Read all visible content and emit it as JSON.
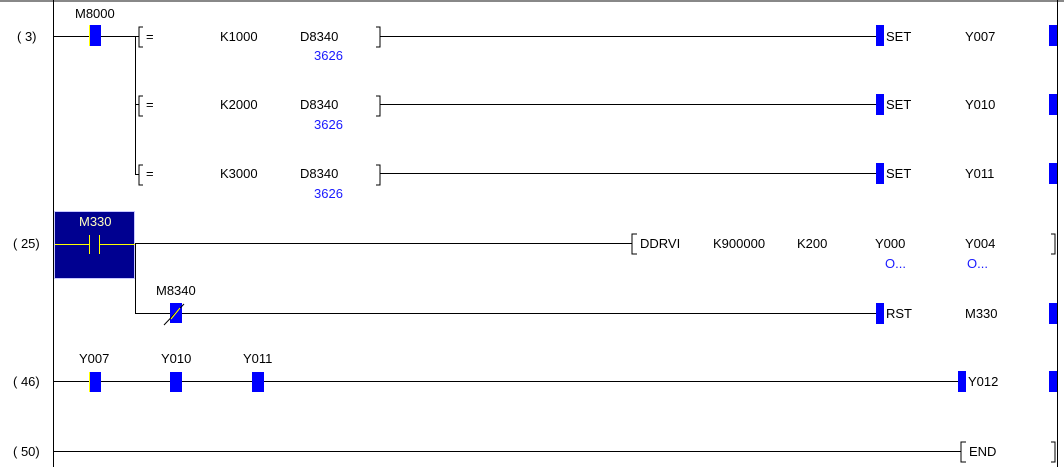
{
  "rungs": [
    {
      "step": "(    3)",
      "contact": "M8000",
      "branches": [
        {
          "op": "=",
          "s1": "K1000",
          "s2": "D8340",
          "s2_value": "3626",
          "instr": "SET",
          "dev": "Y007"
        },
        {
          "op": "=",
          "s1": "K2000",
          "s2": "D8340",
          "s2_value": "3626",
          "instr": "SET",
          "dev": "Y010"
        },
        {
          "op": "=",
          "s1": "K3000",
          "s2": "D8340",
          "s2_value": "3626",
          "instr": "SET",
          "dev": "Y011"
        }
      ]
    },
    {
      "step": "(   25)",
      "contact": "M330",
      "instr": "DDRVI",
      "args": [
        "K900000",
        "K200",
        "Y000",
        "Y004"
      ],
      "arg_values": [
        "O...",
        "O..."
      ],
      "branch": {
        "contact": "M8340",
        "instr": "RST",
        "dev": "M330"
      }
    },
    {
      "step": "(   46)",
      "contacts": [
        "Y007",
        "Y010",
        "Y011"
      ],
      "coil": "Y012"
    },
    {
      "step": "(   50)",
      "instr": "END"
    }
  ],
  "colors": {
    "contact": "#0000ff",
    "selection": "#000090",
    "value": "#1a1aff"
  }
}
